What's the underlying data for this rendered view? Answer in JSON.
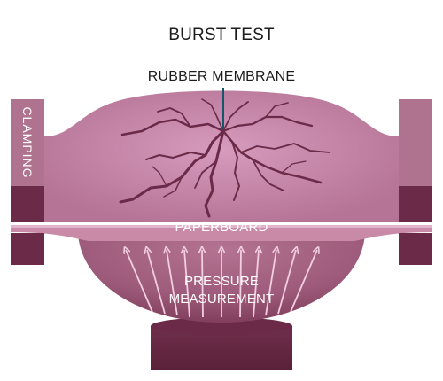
{
  "title": "BURST TEST",
  "labels": {
    "rubber_membrane": "RUBBER MEMBRANE",
    "clamping": "CLAMPING",
    "paperboard": "PAPERBOARD",
    "pressure_line1": "PRESSURE",
    "pressure_line2": "MEASUREMENT"
  },
  "colors": {
    "membrane_light": "#d69bbd",
    "membrane_mid": "#b57395",
    "bowl_light": "#c4849f",
    "bowl_dark": "#7c3a58",
    "clamp_light": "#b0738f",
    "clamp_dark": "#6a2a48",
    "base": "#5f2440",
    "crack": "#6a2a48",
    "arrow": "#f1cfe0",
    "pointer": "#15566b"
  }
}
